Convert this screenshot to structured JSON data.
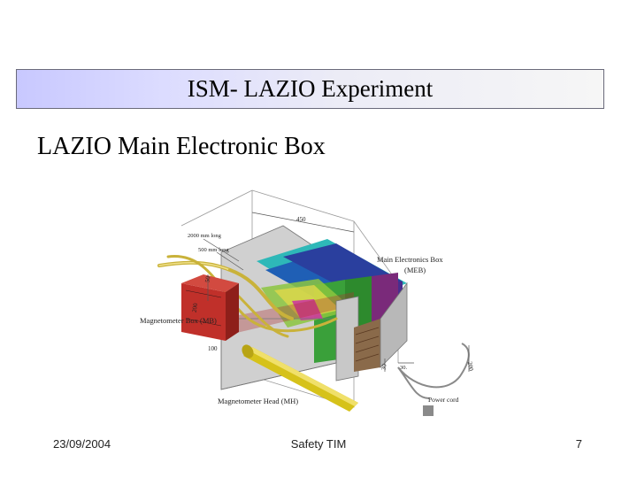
{
  "slide": {
    "title": "ISM- LAZIO Experiment",
    "subtitle": "LAZIO Main Electronic Box"
  },
  "figure": {
    "labels": {
      "main_box_line1": "Main Electronics Box",
      "main_box_line2": "(MEB)",
      "mag_box": "Magnetometer Box (MB)",
      "mag_head": "Magnetometer Head (MH)",
      "power_cord": "Power cord",
      "dim_2000": "2000 mm long",
      "dim_500": "500 mm long",
      "dim_top": "450",
      "dim_left": "50",
      "dim_side": "200",
      "dim_bottom": "30",
      "dim_base": "100",
      "dim_right": "200"
    },
    "colors": {
      "mag_box": "#c0302a",
      "mag_head": "#d6c21a",
      "cable": "#c9b23a",
      "panel": "#c8c8c8"
    }
  },
  "footer": {
    "date": "23/09/2004",
    "center": "Safety TIM",
    "page": "7"
  }
}
